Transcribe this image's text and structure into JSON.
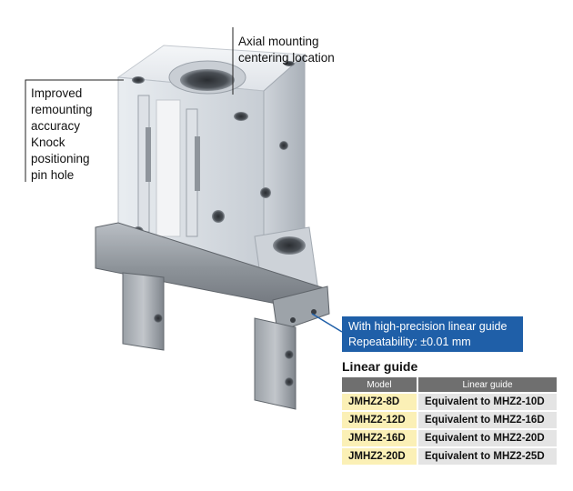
{
  "callouts": {
    "left_lines": [
      "Improved",
      "remounting",
      "accuracy",
      "Knock",
      "positioning",
      "pin hole"
    ],
    "top_lines": [
      "Axial mounting",
      "centering location"
    ]
  },
  "highlight": {
    "line1": "With high-precision linear guide",
    "line2": "Repeatability: ±0.01 mm",
    "color": "#1f5fa8"
  },
  "linear_guide": {
    "heading": "Linear guide",
    "headers": [
      "Model",
      "Linear guide"
    ],
    "rows": [
      {
        "model": "JMHZ2-8D",
        "guide": "Equivalent to MHZ2-10D"
      },
      {
        "model": "JMHZ2-12D",
        "guide": "Equivalent to MHZ2-16D"
      },
      {
        "model": "JMHZ2-16D",
        "guide": "Equivalent to MHZ2-20D"
      },
      {
        "model": "JMHZ2-20D",
        "guide": "Equivalent to MHZ2-25D"
      }
    ]
  }
}
